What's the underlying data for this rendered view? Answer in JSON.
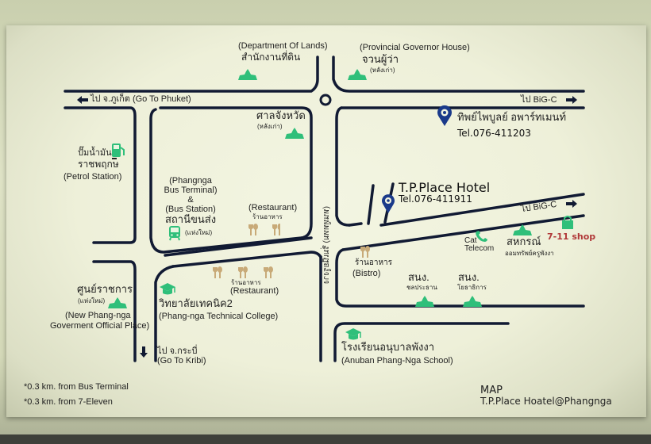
{
  "map": {
    "title": "MAP",
    "subtitle": "T.P.Place Hoatel@Phangnga",
    "notes": [
      "*0.3 km. from Bus Terminal",
      "*0.3 km. from 7-Eleven"
    ],
    "colors": {
      "road": "#111a33",
      "landmark_green": "#2fbf7a",
      "pin_blue": "#1a3a8a",
      "restaurant_tan": "#c8aa78",
      "seven_eleven_red": "#b03838"
    }
  },
  "directions": {
    "phuket": "ไป จ.ภูเก็ต (Go To Phuket)",
    "bigc_top": "ไป BiG-C",
    "bigc_mid": "ไป BiG-C",
    "krabi_th": "ไป จ.กระบี่",
    "krabi_en": "(Go To Kribi)"
  },
  "road_name": "(หนหูทหม) ริ่มเนียรูงาง",
  "places": {
    "dept_lands": {
      "en": "(Department Of Lands)",
      "th": "สำนักงานที่ดิน"
    },
    "governor": {
      "en": "(Provincial Governor House)",
      "th": "จวนผู้ว่า",
      "note": "(หลังเก่า)"
    },
    "court": {
      "th": "ศาลจังหวัด",
      "note": "(หลังเก่า)"
    },
    "petrol": {
      "th1": "ปั๊มน้ำมัน",
      "th2": "ราชพฤกษ",
      "en": "(Petrol Station)"
    },
    "bus": {
      "en1": "(Phangnga",
      "en2": "Bus Terminal)",
      "amp": "&",
      "en3": "(Bus Station)",
      "th": "สถานีขนส่ง",
      "note": "(แห่งใหม่)"
    },
    "restaurant1": {
      "en": "(Restaurant)",
      "th": "ร้านอาหาร"
    },
    "restaurant2": {
      "th": "ร้านอาหาร",
      "en": "(Restaurant)"
    },
    "bistro": {
      "th": "ร้านอาหาร",
      "en": "(Bistro)"
    },
    "gov_center": {
      "th": "ศูนย์ราชการ",
      "note": "(แห่งใหม่)",
      "en1": "(New Phang-nga",
      "en2": "Goverment Official Place)"
    },
    "tech_college": {
      "th": "วิทยาลัยเทคนิค2",
      "en": "(Phang-nga Technical College)"
    },
    "school": {
      "th": "โรงเรียนอนุบาลพังงา",
      "en": "(Anuban Phang-Nga School)"
    },
    "cat": {
      "l1": "Cat",
      "l2": "Telecom"
    },
    "coop": {
      "th": "สหกรณ์",
      "note": "ออมทรัพย์ครูพังงา"
    },
    "seven": {
      "label": "7-11 shop"
    },
    "snng1": {
      "th": "สนง.",
      "note": "ชลประธาน"
    },
    "snng2": {
      "th": "สนง.",
      "note": "โยธาธิการ"
    },
    "apartment": {
      "th": "ทิพย์ไพบูลย์ อพาร์ทเมนท์",
      "tel": "Tel.076-411203"
    },
    "hotel": {
      "name": "T.P.Place Hotel",
      "tel": "Tel.076-411911"
    }
  }
}
